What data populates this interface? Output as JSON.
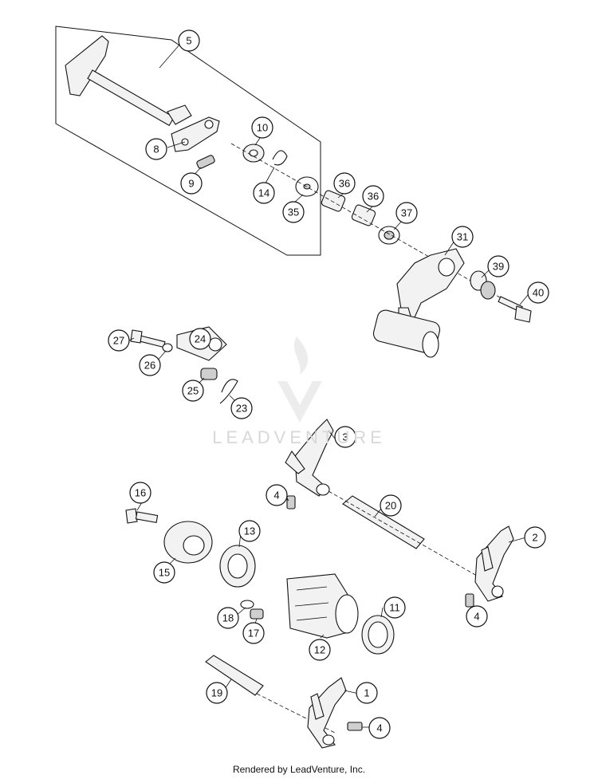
{
  "watermark": "LEADVENTURE",
  "footer": "Rendered by LeadVenture, Inc.",
  "callouts": [
    "5",
    "8",
    "9",
    "10",
    "14",
    "35",
    "36",
    "36",
    "37",
    "31",
    "39",
    "40",
    "27",
    "24",
    "26",
    "25",
    "23",
    "3",
    "4",
    "20",
    "2",
    "16",
    "13",
    "15",
    "12",
    "11",
    "18",
    "17",
    "4",
    "19",
    "1",
    "4"
  ]
}
